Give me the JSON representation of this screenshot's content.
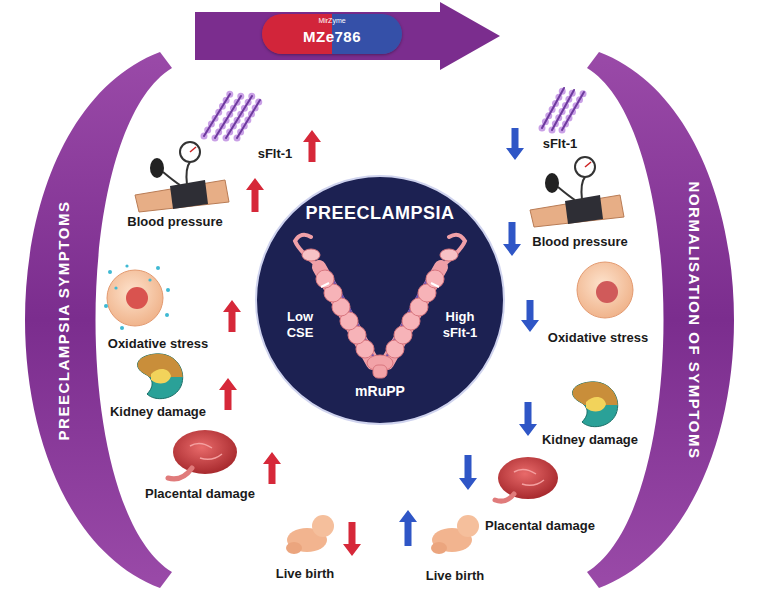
{
  "diagram": {
    "nodes": [
      {
        "text": [
          "MirZyme",
          "MZe786"
        ]
      },
      {
        "text": [
          "PREECLAMPSIA SYMPTOMS"
        ]
      },
      {
        "text": [
          "PREECLAMPSIA",
          "Low CSE",
          "High sFlt-1",
          "mRuPP"
        ]
      },
      {
        "text": [
          "NORMALISATION OF SYMPTOMS"
        ]
      }
    ],
    "labels": [
      "sFlt-1",
      "Blood pressure",
      "Oxidative stress",
      "Kidney damage",
      "Placental damage",
      "Live birth",
      "sFlt-1",
      "Blood pressure",
      "Oxidative stress",
      "Kidney damage",
      "Placental damage",
      "Live birth"
    ]
  }
}
